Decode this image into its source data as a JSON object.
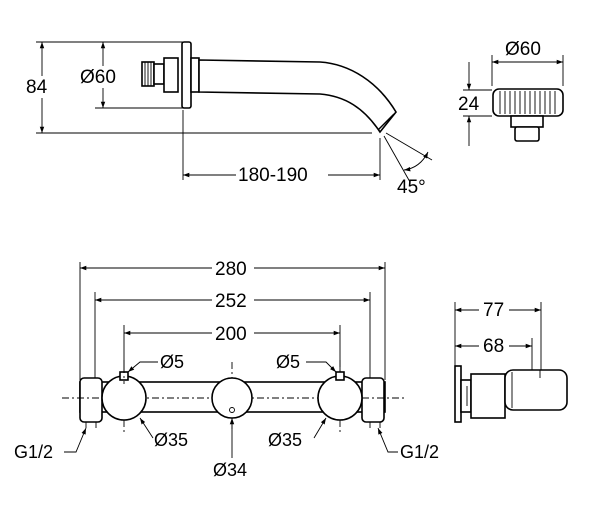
{
  "spout_view": {
    "height_84": "84",
    "dia_60": "Ø60",
    "reach": "180-190",
    "angle": "45°"
  },
  "rosette_view": {
    "dia_60": "Ø60",
    "depth_24": "24"
  },
  "front_view": {
    "width_280": "280",
    "width_252": "252",
    "width_200": "200",
    "hole_left": "Ø5",
    "hole_right": "Ø5",
    "knob_left": "Ø35",
    "knob_right": "Ø35",
    "center_34": "Ø34",
    "thread_left": "G1/2",
    "thread_right": "G1/2"
  },
  "side_view": {
    "depth_77": "77",
    "depth_68": "68"
  },
  "colors": {
    "line": "#000000",
    "background": "#ffffff"
  },
  "arrow_icon": "arrowhead-icon"
}
